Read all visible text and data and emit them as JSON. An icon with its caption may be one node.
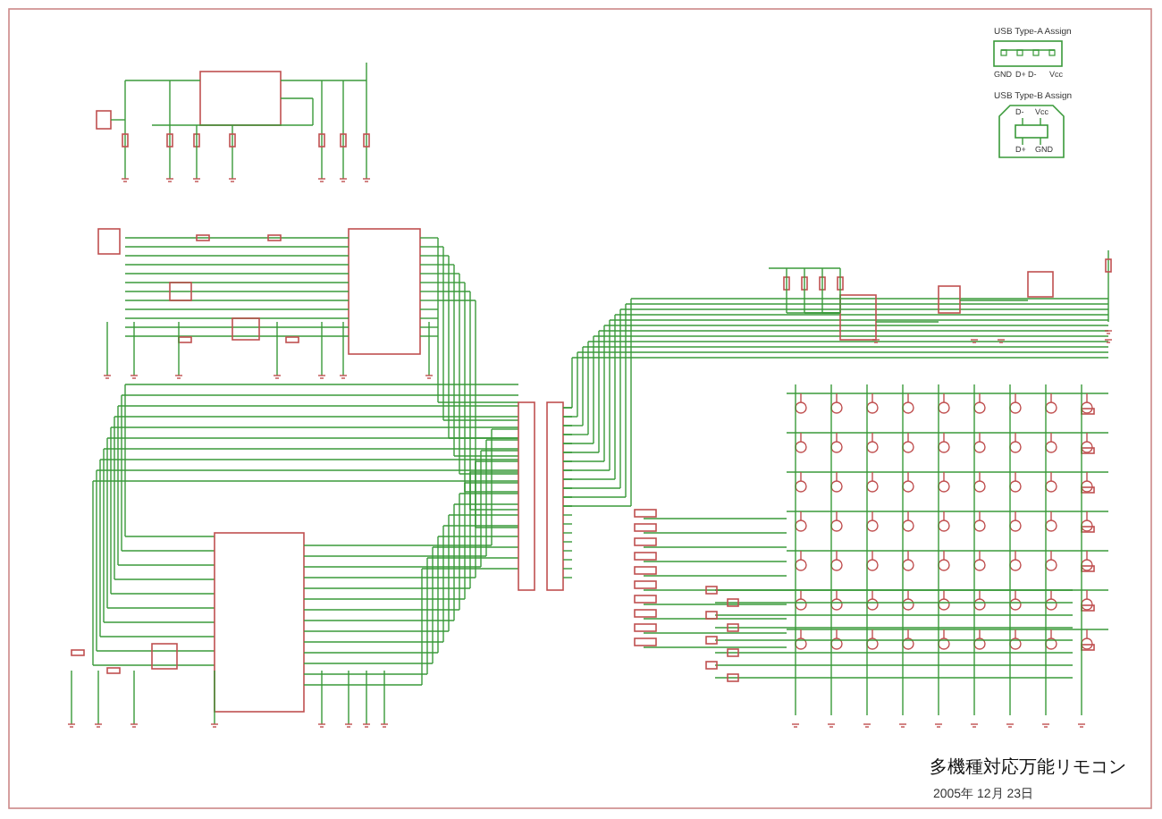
{
  "diagram": {
    "title": "多機種対応万能リモコン",
    "labels": [
      "USB Type-A Assign",
      "GND",
      "D+",
      "D-",
      "Vcc",
      "USB Type-B Assign",
      "D-",
      "Vcc",
      "D+",
      "GND",
      "2005年 12月 23日"
    ]
  }
}
